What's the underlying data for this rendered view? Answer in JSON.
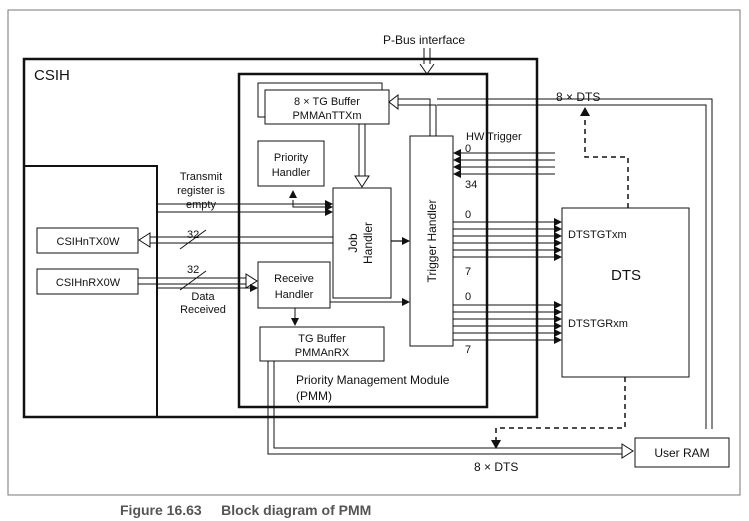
{
  "pbus": "P-Bus interface",
  "csih": "CSIH",
  "tg_buffer_tx": {
    "line1": "8 × TG Buffer",
    "line2": "PMMAnTTXm"
  },
  "priority_handler": {
    "line1": "Priority",
    "line2": "Handler"
  },
  "job_handler": {
    "line1": "Job",
    "line2": "Handler"
  },
  "trigger_handler": "Trigger Handler",
  "receive_handler": {
    "line1": "Receive",
    "line2": "Handler"
  },
  "tg_buffer_rx": {
    "line1": "TG Buffer",
    "line2": "PMMAnRX"
  },
  "transmit_label": {
    "line1": "Transmit",
    "line2": "register is",
    "line3": "empty"
  },
  "data_received": {
    "line1": "Data",
    "line2": "Received"
  },
  "csihntx0w": "CSIHnTX0W",
  "csihnrx0w": "CSIHnRX0W",
  "bus_width_tx": "32",
  "bus_width_rx": "32",
  "pmm_label": {
    "line1": "Priority Management Module",
    "line2": "(PMM)"
  },
  "hw_trigger": {
    "label": "HW Trigger",
    "start": "0",
    "end": "34"
  },
  "tx_index": {
    "start": "0",
    "end": "7"
  },
  "rx_index": {
    "start": "0",
    "end": "7"
  },
  "dts": "DTS",
  "dtstgtxm": "DTSTGTxm",
  "dtstgrxm": "DTSTGRxm",
  "dts_top": "8 × DTS",
  "dts_bottom": "8 × DTS",
  "user_ram": "User RAM",
  "caption": {
    "number": "Figure 16.63",
    "title": "Block diagram of PMM"
  },
  "colors": {
    "line": "#111111",
    "border": "#777777",
    "caption": "#555555"
  }
}
